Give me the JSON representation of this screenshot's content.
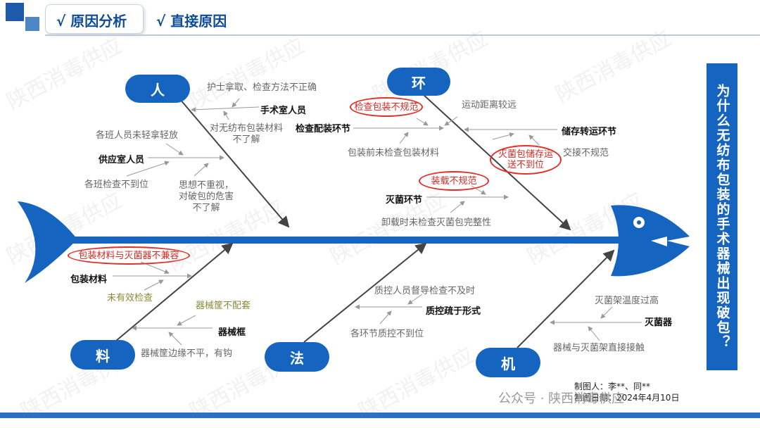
{
  "header": {
    "tab1": "√ 原因分析",
    "tab2": "√ 直接原因"
  },
  "categories": {
    "ren": "人",
    "huan": "环",
    "liao": "料",
    "fa": "法",
    "ji": "机"
  },
  "ren": {
    "c1": "护士拿取、检查方法不正确",
    "key1": "手术室人员",
    "c2": "对无纺布包装材料\n不了解",
    "c3": "各班人员未轻拿轻放",
    "key2": "供应室人员",
    "c4": "各班检查不到位",
    "c5": "思想不重视，\n对破包的危害\n不了解"
  },
  "huan": {
    "circ1": "检查包装不规范",
    "c1": "运动距离较远",
    "key1": "检查配装环节",
    "key2": "储存转运环节",
    "c2": "包装前未检查包装材料",
    "circ2": "灭菌包储存运\n送不到位",
    "c3": "交接不规范",
    "circ3": "装载不规范",
    "key3": "灭菌环节",
    "c4": "卸载时未检查灭菌包完整性"
  },
  "liao": {
    "circ1": "包装材料与灭菌器不兼容",
    "key1": "包装材料",
    "c1": "未有效检查",
    "c2": "器械筐不配套",
    "key2": "器械框",
    "c3": "器械筐边缘不平，有钩"
  },
  "fa": {
    "c1": "质控人员督导检查不及时",
    "key1": "质控疏于形式",
    "c2": "各环节质控不到位"
  },
  "ji": {
    "c1": "灭菌架温度过高",
    "key1": "灭菌器",
    "c2": "器械与灭菌架直接接触"
  },
  "side_question": "为什么无纺布包装的手术器械出现破包？",
  "footer": {
    "maker": "制图人：李**、同**",
    "date": "制图日期：2024年4月10日"
  },
  "watermark": {
    "text": "陕西消毒供应",
    "wechat": "公众号 · 陕西消毒供应"
  },
  "colors": {
    "primary": "#1565c0",
    "circle": "#e0302a",
    "arrow": "#444444"
  }
}
